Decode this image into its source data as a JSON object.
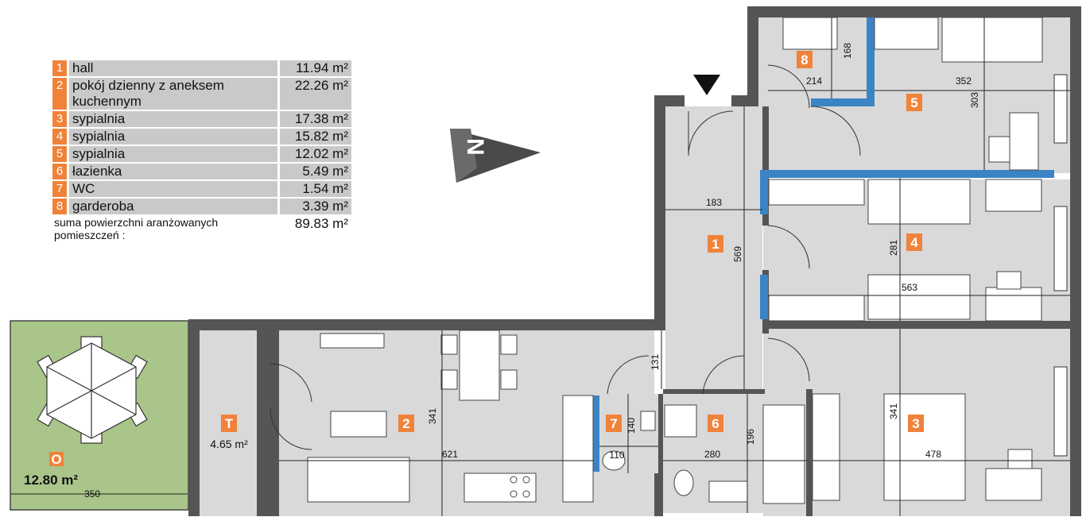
{
  "rooms": [
    {
      "num": "1",
      "name": "hall",
      "area": "11.94 m²"
    },
    {
      "num": "2",
      "name": "pokój dzienny z aneksem kuchennym",
      "area": "22.26 m²"
    },
    {
      "num": "3",
      "name": "sypialnia",
      "area": "17.38 m²"
    },
    {
      "num": "4",
      "name": "sypialnia",
      "area": "15.82 m²"
    },
    {
      "num": "5",
      "name": "sypialnia",
      "area": "12.02 m²"
    },
    {
      "num": "6",
      "name": "łazienka",
      "area": "5.49 m²"
    },
    {
      "num": "7",
      "name": "WC",
      "area": "1.54 m²"
    },
    {
      "num": "8",
      "name": "garderoba",
      "area": "3.39 m²"
    }
  ],
  "summary": {
    "label": "suma powierzchni aranżowanych pomieszczeń :",
    "value": "89.83 m²"
  },
  "terrace": {
    "badge": "T",
    "area": "4.65 m²"
  },
  "balcony": {
    "badge": "O",
    "area": "12.80 m²",
    "dim": "350"
  },
  "compass": {
    "label": "N"
  },
  "dims": {
    "d168": "168",
    "d214": "214",
    "d352": "352",
    "d303": "303",
    "d183": "183",
    "d569": "569",
    "d281": "281",
    "d563": "563",
    "d131": "131",
    "d341a": "341",
    "d621": "621",
    "d140": "140",
    "d110": "110",
    "d196": "196",
    "d280": "280",
    "d341b": "341",
    "d478": "478"
  },
  "colors": {
    "accent": "#f0823a",
    "wall": "#555555",
    "floor": "#d9d9d9",
    "blue": "#3a84c6",
    "balcony": "#a9c58a"
  }
}
